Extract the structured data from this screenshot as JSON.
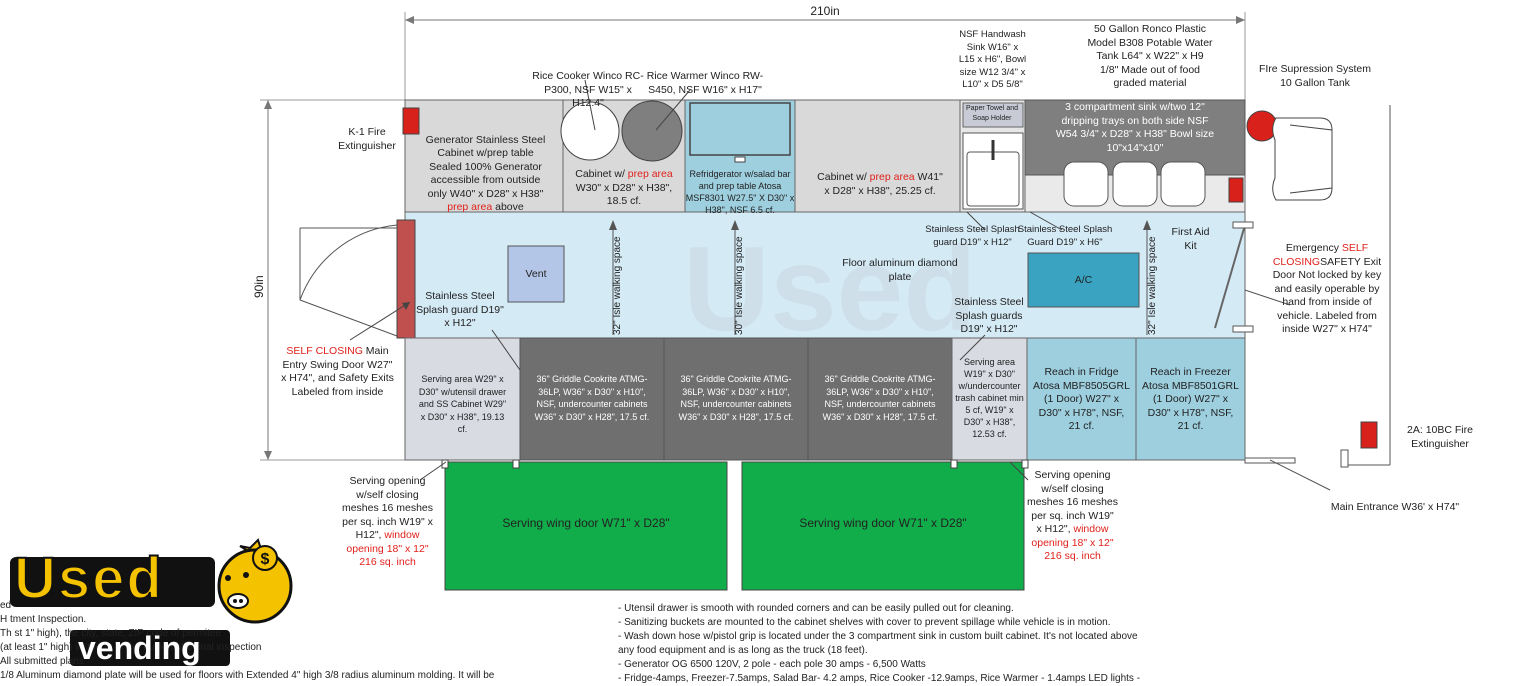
{
  "dimensions": {
    "width": "210in",
    "height": "90in"
  },
  "top_labels": {
    "rice_cooker": "Rice Cooker Winco RC-\nP300, NSF W15\" x H12.4\"",
    "rice_warmer": "Rice Warmer Winco RW-\nS450, NSF W16\" x H17\"",
    "handwash": "NSF Handwash\nSink W16\" x\nL15 x H6\", Bowl\nsize W12 3/4\" x\nL10\" x D5 5/8\"",
    "water_tank": "50 Gallon Ronco Plastic\nModel B308 Potable Water\nTank L64\" x W22\" x H9\n1/8\" Made out of food\ngraded material",
    "fire_suppression": "FIre Supression System\n10 Gallon Tank"
  },
  "left_labels": {
    "k1_ext": "K-1 Fire\nExtinguisher",
    "splash_left": "Stainless Steel\nSplash guard D19\"\nx H12\"",
    "entry_door_red": "SELF CLOSING",
    "entry_door": " Main\nEntry Swing Door W27\"\nx H74\", and Safety Exits\nLabeled from inside"
  },
  "top_row": {
    "generator": [
      "Generator Stainless Steel",
      "Cabinet w/prep table",
      "Sealed 100% Generator",
      "accessible from outside",
      "only W40\" x D28\" x H38\""
    ],
    "generator_red": "prep area",
    "generator_tail": " above",
    "cab30_a": "Cabinet w/ ",
    "cab30_red": "prep area",
    "cab30_b": "W30\" x D28\" x H38\",\n18.5 cf.",
    "fridge_salad": "Refridgerator w/salad bar\nand prep table Atosa\nMSF8301 W27.5\" X D30\" x\nH38\", NSF 6.5 cf.",
    "cab41_a": "Cabinet w/ ",
    "cab41_red": "prep area",
    "cab41_b": " W41\"\nx D28\" x H38\", 25.25 cf.",
    "paper_towel": "Paper Towel and\nSoap Holder",
    "three_comp": "3 compartment sink w/two 12\"\ndripping trays on both side NSF\nW54 3/4\" x D28\" x H38\" Bowl size\n10\"x14\"x10\""
  },
  "middle": {
    "vent": "Vent",
    "aisle1": "32\" Isle walking space",
    "aisle2": "30\" Isle walking space",
    "aisle3": "32\" Isle walking space",
    "floor": "Floor aluminum diamond\nplate",
    "ac": "A/C",
    "splash_a": "Stainless Steel Splash\nguard D19\" x H12\"",
    "splash_b": "Stainless Steel Splash\nGuard D19\" x H6\"",
    "splash_c": "Stainless Steel\nSplash guards\nD19\" x H12\"",
    "first_aid": "First Aid\nKit"
  },
  "right_labels": {
    "emergency_a": "Emergency ",
    "emergency_red": "SELF\nCLOSING",
    "emergency_b": "SAFETY Exit\nDoor Not locked by key\nand easily operable by\nhand from inside of\nvehicle. Labeled from\ninside W27\" x H74\"",
    "ext_2a": "2A: 10BC Fire\nExtinguisher",
    "main_entrance": "Main Entrance W36' x H74\""
  },
  "bottom_row": {
    "serving_area": "Serving area W29\" x\nD30\" w/utensil drawer\nand SS Cabinet W29\"\nx D30\" x H38\", 19.13\ncf.",
    "griddle": "36\" Griddle Cookrite ATMG-\n36LP, W36\" x D30\" x H10\",\nNSF, undercounter cabinets\nW36\" x D30\" x H28\", 17.5 cf.",
    "serving_area2": "Serving area\nW19\" x D30\"\nw/undercounter\ntrash cabinet min\n5 cf, W19\" x\nD30\" x H38\",\n12.53 cf.",
    "reach_fridge": "Reach in Fridge\nAtosa MBF8505GRL\n(1 Door) W27\" x\nD30\" x H78\", NSF,\n21 cf.",
    "reach_freezer": "Reach in Freezer\nAtosa MBF8501GRL\n(1 Door) W27\" x\nD30\" x H78\", NSF,\n21 cf."
  },
  "wing": {
    "door": "Serving wing door W71\" x D28\""
  },
  "serving_opening": {
    "text": "Serving opening\nw/self closing\nmeshes 16 meshes\nper sq. inch W19\" x\nH12\", ",
    "red": "window\nopening 18\" x 12\"",
    "tail": "216 sq. inch"
  },
  "serving_opening_r": {
    "text": "Serving opening\nw/self closing\nmeshes 16 meshes\nper sq. inch W19\"\nx H12\", ",
    "red": "window\nopening 18\" x 12\"",
    "tail": "216 sq. inch"
  },
  "logo": {
    "top": "Used",
    "bottom": "vending"
  },
  "notes_left": [
    "ed",
    "H                                                              tment Inspection.",
    "Th                                                             st 1\" high), the city, state, ZIP code of permitee",
    "(at least 1\" high) wi                                          the    nt of the truck at the final inspection",
    "All submitted plans",
    "1/8 Aluminum diamond plate will be used for floors with Extended 4\" high 3/8 radius aluminum molding. It will be"
  ],
  "notes_right": [
    "- Utensil drawer is smooth with rounded corners and can be easily pulled out for cleaning.",
    "- Sanitizing buckets are mounted to the cabinet shelves with cover to prevent spillage while vehicle is in motion.",
    "- Wash  down hose w/pistol grip is located    under the 3 compartment sink in custom built cabinet. It's not located above",
    "any food equipment and is as long as the truck (18 feet).",
    "- Generator OG 6500 120V, 2 pole - each pole 30 amps - 6,500 Watts",
    "- Fridge-4amps, Freezer-7.5amps, Salad Bar- 4.2 amps, Rice Cooker -12.9amps, Rice Warmer - 1.4amps LED lights -"
  ],
  "colors": {
    "floor": "#d4eaf5",
    "gray_cab": "#d9d9d9",
    "dark_gray": "#7f7f7f",
    "griddle": "#707070",
    "blue_unit": "#9ecfdf",
    "ac": "#3aa3c2",
    "green": "#12ad4b",
    "door_red": "#c0504d",
    "accent_red": "#e0211b",
    "logo_yellow": "#f5c200"
  }
}
